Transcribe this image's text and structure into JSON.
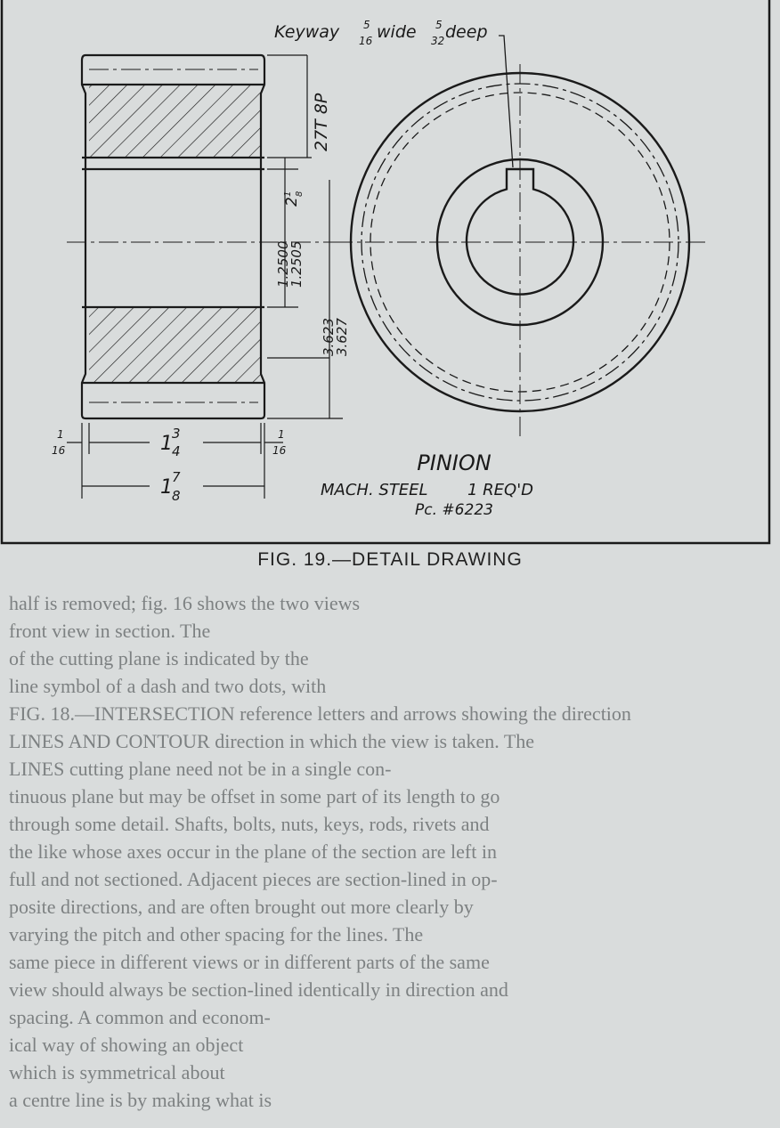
{
  "background_text": [
    "half is removed; fig. 16 shows the two views",
    "front view in section. The",
    "of the cutting plane is indicated by the",
    "line symbol of a dash and two dots, with",
    "FIG. 18.—INTERSECTION reference letters and arrows showing the direction",
    "LINES AND CONTOUR direction in which the view is taken. The",
    "LINES cutting plane need not be in a single con-",
    "tinuous plane but may be offset in some part of its length to go",
    "through some detail. Shafts, bolts, nuts, keys, rods, rivets and",
    "the like whose axes occur in the plane of the section are left in",
    "full and not sectioned. Adjacent pieces are section-lined in op-",
    "posite directions, and are often brought out more clearly by",
    "varying the pitch and other spacing for the lines. The",
    "same piece in different views or in different parts of the same",
    "view should always be section-lined identically in direction and",
    "spacing. A common and econom-",
    "ical way of showing an object",
    "which is symmetrical about",
    "a centre line is by making what is"
  ],
  "drawing": {
    "keyway_note": {
      "text1": "Keyway",
      "num1": "5",
      "den1": "16",
      "text2": "wide",
      "num2": "5",
      "den2": "32",
      "text3": "deep"
    },
    "teeth_pitch": "27T 8P",
    "hub_dim": {
      "whole": "2",
      "num": "1",
      "den": "8"
    },
    "bore_dim": [
      "1.2500",
      "1.2505"
    ],
    "od_dim": [
      "3.623",
      "3.627"
    ],
    "left_chamfer": {
      "num": "1",
      "den": "16"
    },
    "right_chamfer": {
      "num": "1",
      "den": "16"
    },
    "face_width": {
      "whole": "1",
      "num": "3",
      "den": "4"
    },
    "overall_width": {
      "whole": "1",
      "num": "7",
      "den": "8"
    },
    "title": "PINION",
    "material": "MACH. STEEL",
    "quantity": "1 REQ'D",
    "piece_number": "Pc. #6223"
  },
  "caption": "FIG. 19.—DETAIL DRAWING"
}
